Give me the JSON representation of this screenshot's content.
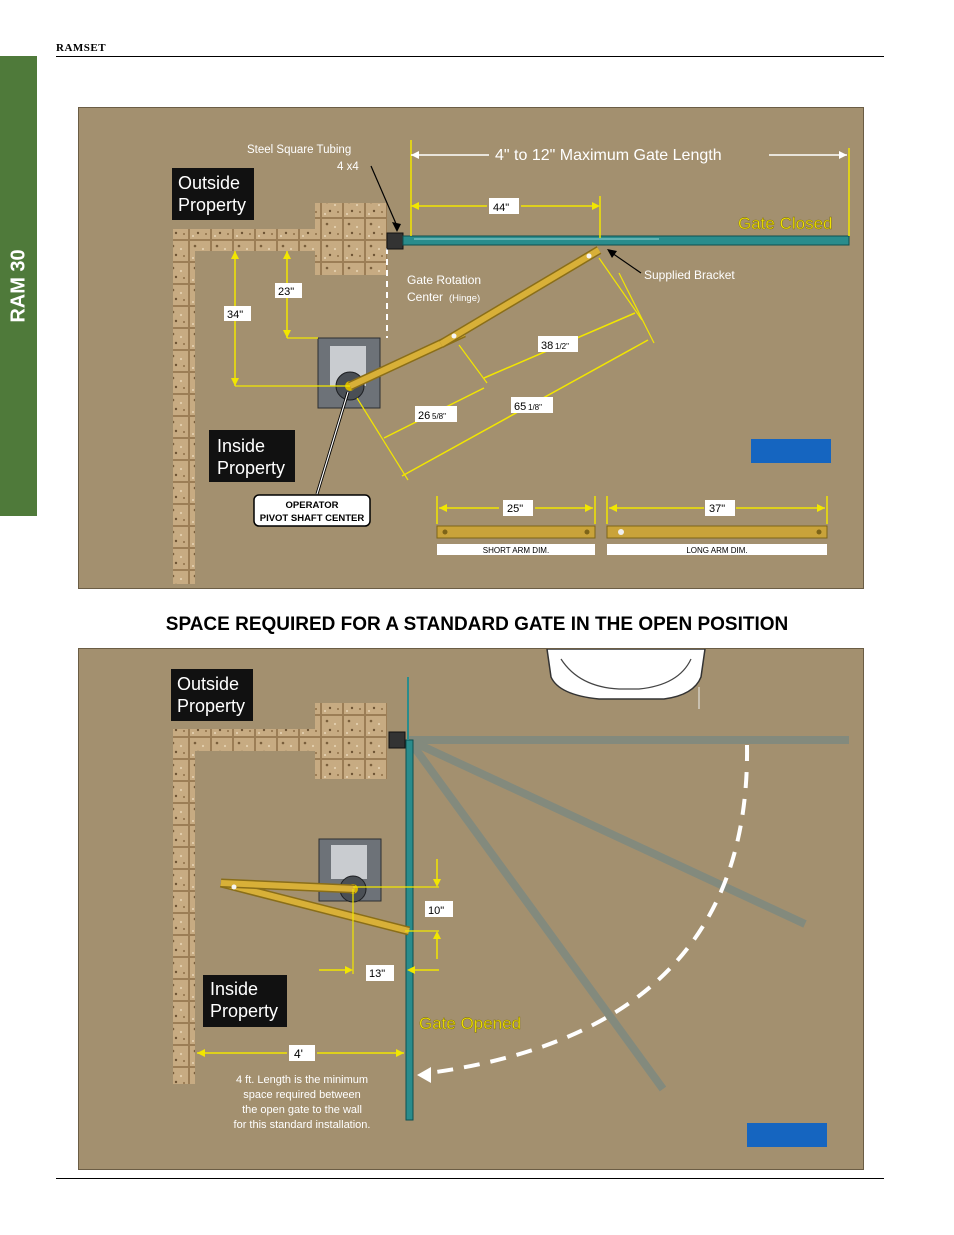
{
  "header": {
    "brand": "RAMSET"
  },
  "side_tab": {
    "label": "RAM 30"
  },
  "closed_diagram": {
    "outside_property_line1": "Outside",
    "outside_property_line2": "Property",
    "inside_property_line1": "Inside",
    "inside_property_line2": "Property",
    "steel_tubing_line1": "Steel Square Tubing",
    "steel_tubing_line2": "4 x4",
    "max_gate_length": "4\" to 12\" Maximum Gate Length",
    "dim_44": "44\"",
    "gate_closed": "Gate Closed",
    "rotation_center_line1": "Gate Rotation",
    "rotation_center_line2": "Center",
    "rotation_center_hinge": "(Hinge)",
    "supplied_bracket": "Supplied Bracket",
    "dim_23": "23\"",
    "dim_34": "34\"",
    "dim_38": "38",
    "dim_38_frac": "1/2\"",
    "dim_65": "65",
    "dim_65_frac": "1/8\"",
    "dim_26": "26",
    "dim_26_frac": "5/8\"",
    "pivot_line1": "OPERATOR",
    "pivot_line2": "PIVOT SHAFT CENTER",
    "dim_25": "25\"",
    "dim_37": "37\"",
    "short_arm": "SHORT ARM DIM.",
    "long_arm": "LONG ARM DIM.",
    "accent_color": "#f2e600",
    "gate_color": "#2a8c8c",
    "label_blue": "#1565c0"
  },
  "caption": "SPACE REQUIRED FOR A STANDARD GATE IN THE OPEN POSITION",
  "open_diagram": {
    "outside_property_line1": "Outside",
    "outside_property_line2": "Property",
    "inside_property_line1": "Inside",
    "inside_property_line2": "Property",
    "dim_10": "10\"",
    "dim_13": "13\"",
    "gate_opened": "Gate Opened",
    "dim_4ft": "4'",
    "note_line1": "4 ft. Length is the minimum",
    "note_line2": "space required between",
    "note_line3": "the open gate to the wall",
    "note_line4": "for this standard installation."
  }
}
